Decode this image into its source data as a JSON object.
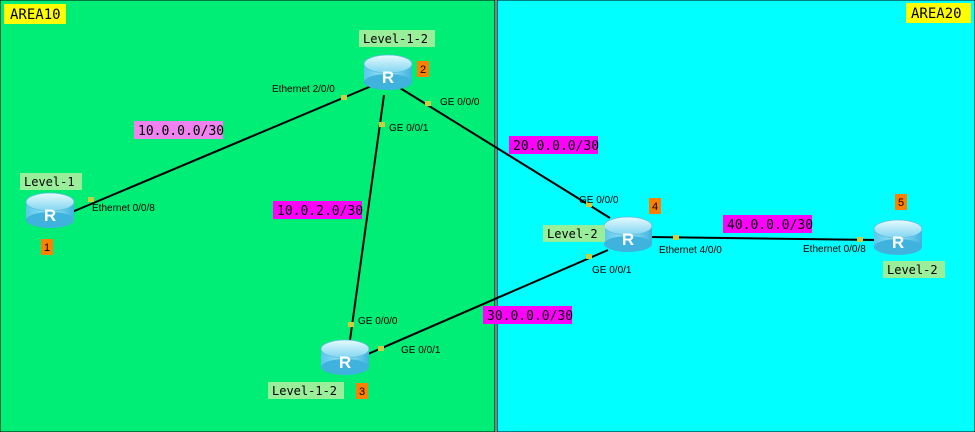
{
  "areas": [
    {
      "label": "AREA10",
      "fill": "#00ee76"
    },
    {
      "label": "AREA20",
      "fill": "#00ffff"
    }
  ],
  "routers": [
    {
      "id": "1",
      "level": "Level-1",
      "icon": "router-icon"
    },
    {
      "id": "2",
      "level": "Level-1-2",
      "icon": "router-icon"
    },
    {
      "id": "3",
      "level": "Level-1-2",
      "icon": "router-icon"
    },
    {
      "id": "4",
      "level": "Level-2",
      "icon": "router-icon"
    },
    {
      "id": "5",
      "level": "Level-2",
      "icon": "router-icon"
    }
  ],
  "links": [
    {
      "from": "1",
      "to": "2",
      "subnet": "10.0.0.0/30",
      "from_port": "Ethernet 0/0/8",
      "to_port": "Ethernet 2/0/0"
    },
    {
      "from": "2",
      "to": "3",
      "subnet": "10.0.2.0/30",
      "from_port": "GE 0/0/1",
      "to_port": "GE 0/0/0"
    },
    {
      "from": "2",
      "to": "4",
      "subnet": "20.0.0.0/30",
      "from_port": "GE 0/0/0",
      "to_port": "GE 0/0/0"
    },
    {
      "from": "3",
      "to": "4",
      "subnet": "30.0.0.0/30",
      "from_port": "GE 0/0/1",
      "to_port": "GE 0/0/1"
    },
    {
      "from": "4",
      "to": "5",
      "subnet": "40.0.0.0/30",
      "from_port": "Ethernet 4/0/0",
      "to_port": "Ethernet 0/0/8"
    }
  ],
  "colors": {
    "area_label_bg": "#ffff00",
    "subnet_bg_area10": "#ee82ee",
    "subnet_bg": "#ff00ff",
    "level_label_bg": "#99ee99",
    "id_badge_bg": "#ff8000",
    "port_dot": "#c8d040"
  }
}
